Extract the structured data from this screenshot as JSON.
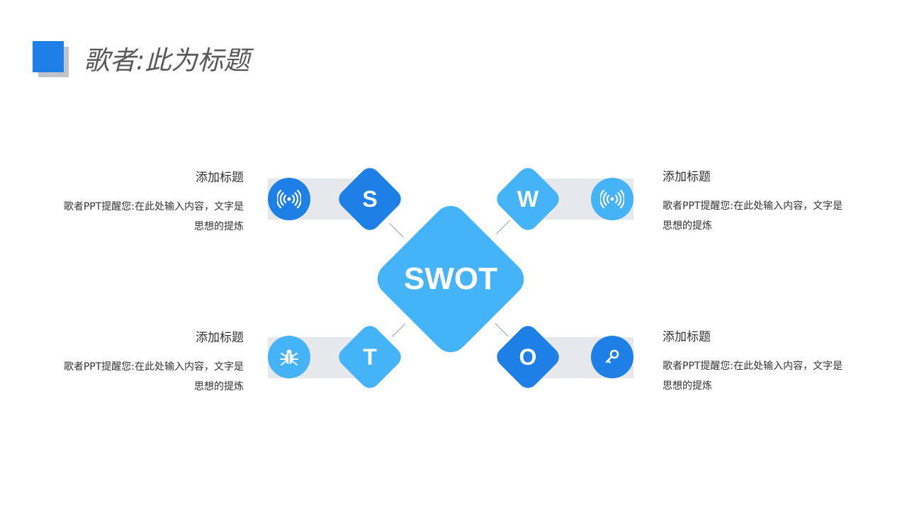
{
  "header": {
    "title": "歌者:此为标题"
  },
  "colors": {
    "dark_blue": "#1e80e6",
    "light_blue": "#45b3f7",
    "grey_bar": "#e6e8ec"
  },
  "center": {
    "label": "SWOT"
  },
  "quadrants": {
    "s": {
      "letter": "S",
      "title": "添加标题",
      "line1": "歌者PPT提醒您:在此处输入内容，文字是",
      "line2": "思想的提炼",
      "icon": "signal-icon"
    },
    "w": {
      "letter": "W",
      "title": "添加标题",
      "line1": "歌者PPT提醒您:在此处输入内容，文字是",
      "line2": "思想的提炼",
      "icon": "signal-icon"
    },
    "t": {
      "letter": "T",
      "title": "添加标题",
      "line1": "歌者PPT提醒您:在此处输入内容，文字是",
      "line2": "思想的提炼",
      "icon": "bug-icon"
    },
    "o": {
      "letter": "O",
      "title": "添加标题",
      "line1": "歌者PPT提醒您:在此处输入内容，文字是",
      "line2": "思想的提炼",
      "icon": "key-icon"
    }
  }
}
